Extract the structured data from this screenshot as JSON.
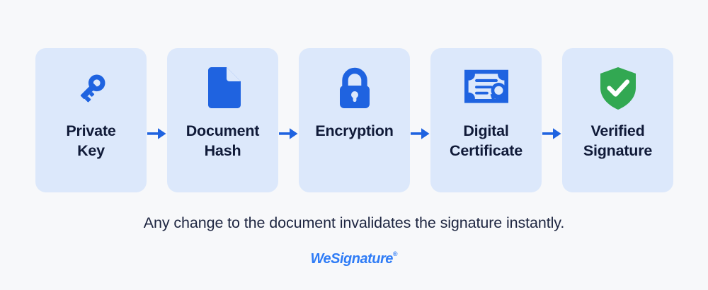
{
  "diagram": {
    "background_color": "#f7f8fa",
    "card_color": "#dce8fb",
    "accent_color": "#1f63e0",
    "success_color": "#32a852",
    "label_color": "#101a38",
    "steps": [
      {
        "label": "Private\nKey",
        "icon": "key-icon"
      },
      {
        "label": "Document\nHash",
        "icon": "document-icon"
      },
      {
        "label": "Encryption",
        "icon": "lock-icon"
      },
      {
        "label": "Digital\nCertificate",
        "icon": "certificate-icon"
      },
      {
        "label": "Verified\nSignature",
        "icon": "shield-check-icon"
      }
    ],
    "connectors": [
      {
        "icon": "arrow-right-icon"
      },
      {
        "icon": "arrow-right-icon"
      },
      {
        "icon": "arrow-right-icon"
      },
      {
        "icon": "arrow-right-icon"
      }
    ],
    "caption": "Any change to the document invalidates the signature instantly.",
    "brand": {
      "name": "WeSignature",
      "trademark": "®"
    }
  }
}
